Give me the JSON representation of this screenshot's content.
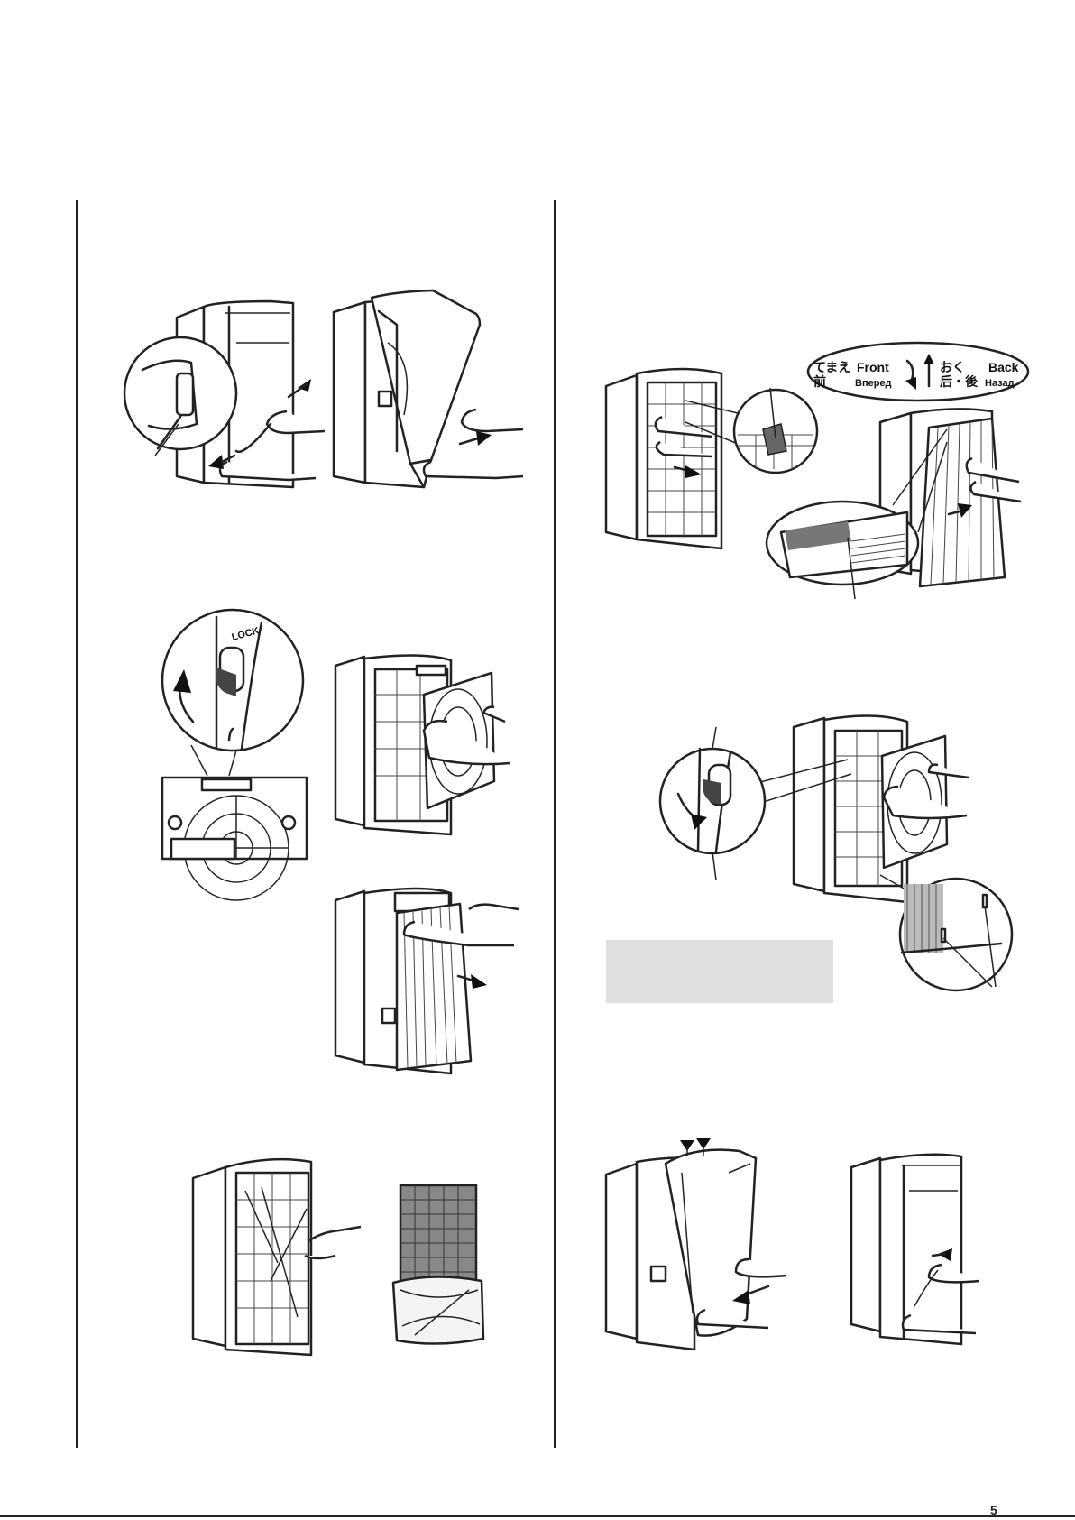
{
  "orientation_label": {
    "front_jp": "てまえ",
    "front_cn": "前",
    "front_en": "Front",
    "front_ru": "Вперед",
    "back_jp": "おく",
    "back_cn": "后・後",
    "back_en": "Back",
    "back_ru": "Назад"
  },
  "lock_label": "LOCK",
  "page_number": "5",
  "colors": {
    "ink": "#222222",
    "note_box": "#e0e0e0"
  }
}
